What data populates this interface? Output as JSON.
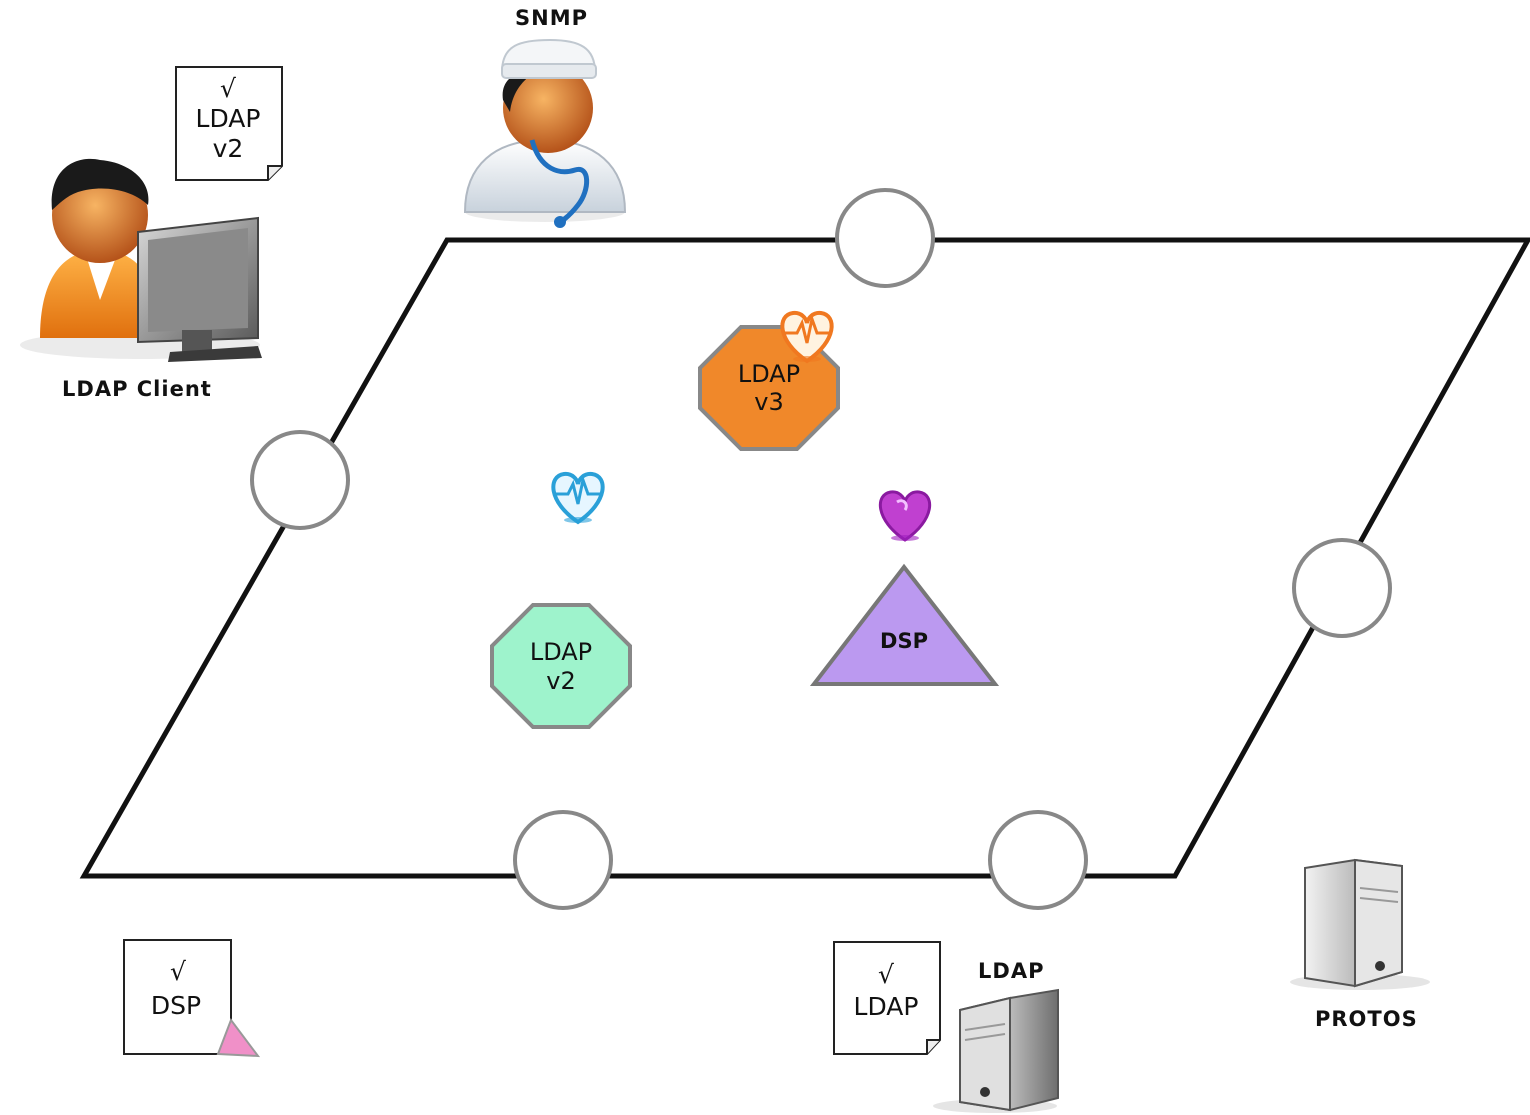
{
  "labels": {
    "ldap_client": "LDAP Client",
    "snmp": "SNMP",
    "protos": "PROTOS",
    "ldap_server": "LDAP"
  },
  "shapes": {
    "ldap_v3": {
      "line1": "LDAP",
      "line2": "v3",
      "fill": "#f0882a"
    },
    "ldap_v2": {
      "line1": "LDAP",
      "line2": "v2",
      "fill": "#9ef3cc"
    },
    "dsp": {
      "text": "DSP",
      "fill": "#bb99f0"
    }
  },
  "documents": {
    "client_doc": {
      "check": "√",
      "line1": "LDAP",
      "line2": "v2"
    },
    "dsp_doc": {
      "check": "√",
      "line1": "DSP",
      "corner_color": "#f090c8"
    },
    "ldap_doc": {
      "check": "√",
      "line1": "LDAP"
    }
  },
  "hearts": {
    "orange": "#f07820",
    "blue": "#2aa0d8",
    "purple": "#a020c0"
  }
}
